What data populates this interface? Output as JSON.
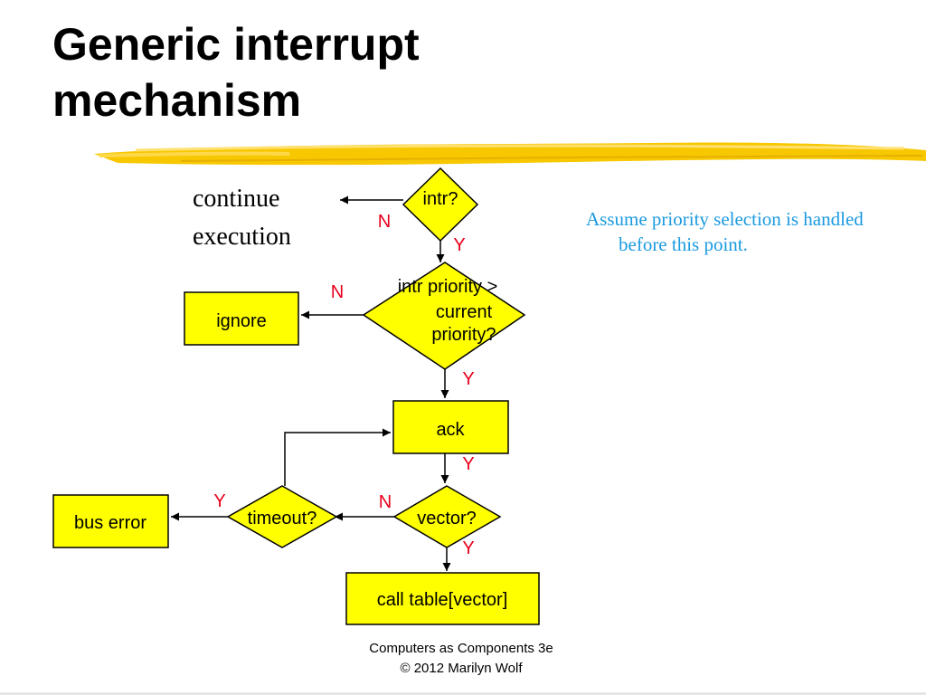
{
  "slide": {
    "title_line1": "Generic interrupt",
    "title_line2": "mechanism",
    "note": "Assume priority selection is handled before this point.",
    "footer_line1": "Computers as Components 3e",
    "footer_line2": "© 2012 Marilyn Wolf"
  },
  "colors": {
    "box_fill": "#ffff00",
    "branch_label": "#e8001c",
    "note_text": "#1a9ae0",
    "highlight_stroke": "#f5c400"
  },
  "diagram": {
    "continue_line1": "continue",
    "continue_line2": "execution",
    "intr": "intr?",
    "priority_line1": "intr priority >",
    "priority_line2": "current",
    "priority_line3": "priority?",
    "ignore": "ignore",
    "ack": "ack",
    "vector": "vector?",
    "timeout": "timeout?",
    "bus_error": "bus error",
    "call_table": "call table[vector]",
    "label_intr_no": "N",
    "label_intr_yes": "Y",
    "label_priority_no": "N",
    "label_priority_yes": "Y",
    "label_ack_yes": "Y",
    "label_vector_no": "N",
    "label_vector_yes": "Y",
    "label_timeout_yes": "Y"
  }
}
